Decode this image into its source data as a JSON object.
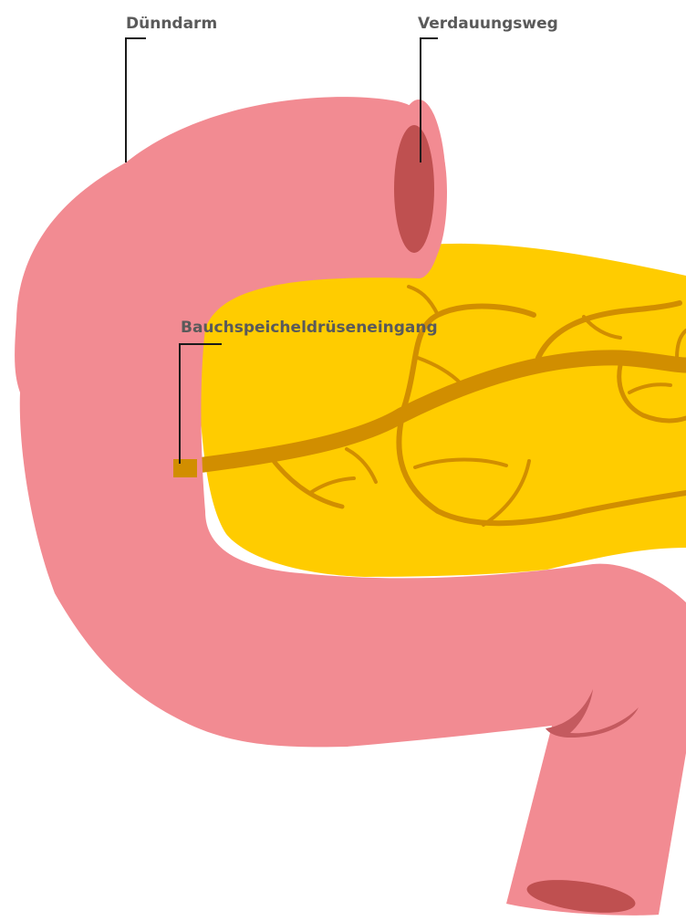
{
  "labels": {
    "small_intestine": "Dünndarm",
    "digestive_tract": "Verdauungsweg",
    "pancreatic_entrance": "Bauchspeicheldrüseneingang"
  },
  "colors": {
    "intestine": "#f28b92",
    "intestine_inner": "#bf5050",
    "intestine_fold": "#c45a5f",
    "pancreas": "#ffcc00",
    "duct": "#d18e00",
    "label_text": "#5a5a5a",
    "leader_line": "#1a1a1a",
    "background": "#ffffff"
  }
}
